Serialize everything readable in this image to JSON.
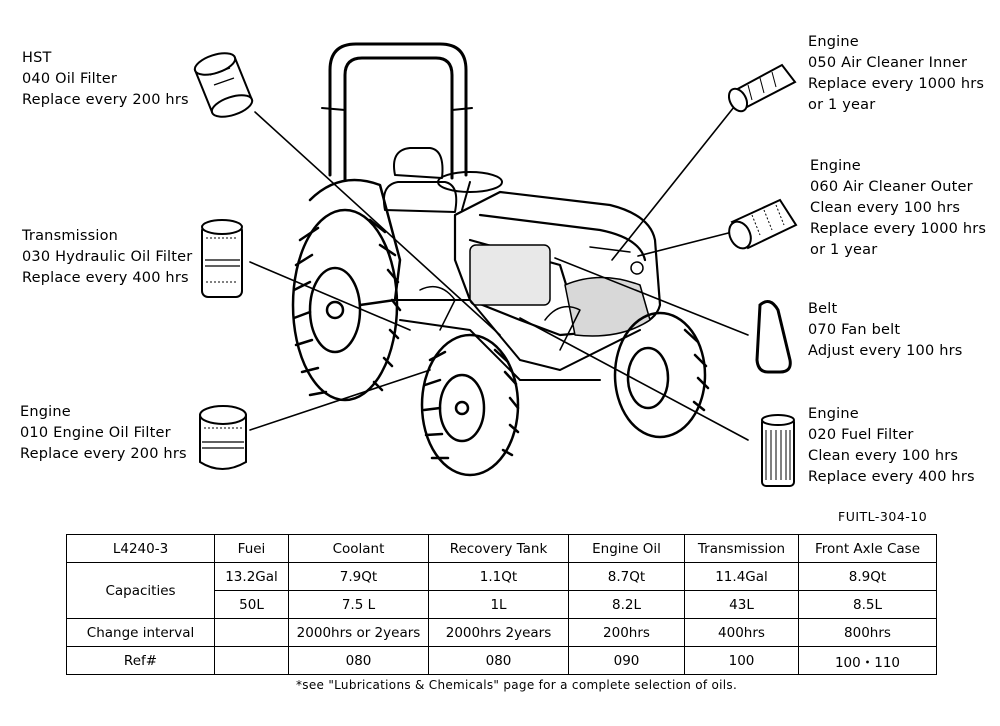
{
  "callouts": {
    "hst": [
      "HST",
      "040 Oil Filter",
      "Replace every 200 hrs"
    ],
    "transmission": [
      "Transmission",
      "030 Hydraulic Oil Filter",
      "Replace every 400 hrs"
    ],
    "engine_oil": [
      "Engine",
      "010 Engine Oil Filter",
      "Replace every 200 hrs"
    ],
    "air_inner": [
      "Engine",
      "050 Air Cleaner Inner",
      "Replace every 1000 hrs",
      "or 1 year"
    ],
    "air_outer": [
      "Engine",
      "060 Air Cleaner Outer",
      "Clean every 100 hrs",
      "Replace every 1000 hrs",
      "or 1 year"
    ],
    "belt": [
      "Belt",
      "070 Fan belt",
      "Adjust every 100 hrs"
    ],
    "fuel": [
      "Engine",
      "020 Fuel Filter",
      "Clean every 100 hrs",
      "Replace every 400 hrs"
    ]
  },
  "figure_code": "FUITL-304-10",
  "table": {
    "header": [
      "L4240-3",
      "Fuei",
      "Coolant",
      "Recovery Tank",
      "Engine Oil",
      "Transmission",
      "Front Axle Case"
    ],
    "capacities_label": "Capacities",
    "capacities_us": [
      "13.2Gal",
      "7.9Qt",
      "1.1Qt",
      "8.7Qt",
      "11.4Gal",
      "8.9Qt"
    ],
    "capacities_metric": [
      "50L",
      "7.5 L",
      "1L",
      "8.2L",
      "43L",
      "8.5L"
    ],
    "interval_label": "Change interval",
    "interval": [
      "",
      "2000hrs or 2years",
      "2000hrs 2years",
      "200hrs",
      "400hrs",
      "800hrs"
    ],
    "ref_label": "Ref#",
    "ref": [
      "",
      "080",
      "080",
      "090",
      "100",
      "100・110"
    ]
  },
  "footnote": "*see \"Lubrications & Chemicals\" page for a complete selection of oils."
}
